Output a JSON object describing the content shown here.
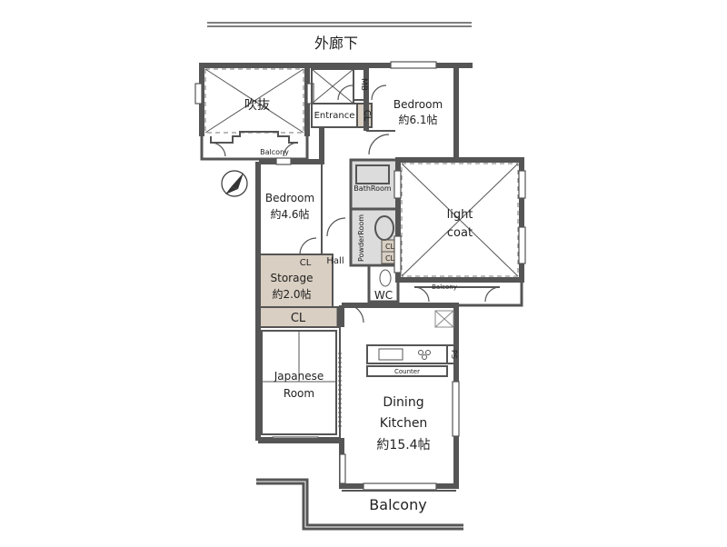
{
  "labels": {
    "corridor": "外廊下",
    "atrium": "吹抜",
    "balcony_small_top": "Balcony",
    "mb": "MB",
    "entrance": "Entrance",
    "cl_entrance": "CL",
    "bedroom1_name": "Bedroom",
    "bedroom1_size": "約6.1帖",
    "bedroom2_name": "Bedroom",
    "bedroom2_size": "約4.6帖",
    "bathroom": "BathRoom",
    "powder_room": "PowderRoom",
    "cl_powder1": "CL",
    "cl_powder2": "CL",
    "light_coat_1": "light",
    "light_coat_2": "coat",
    "cl_hall": "CL",
    "hall": "Hall",
    "storage_name": "Storage",
    "storage_size": "約2.0帖",
    "wc": "WC",
    "balcony_small_right": "Balcony",
    "cl_big": "CL",
    "japanese_1": "Japanese",
    "japanese_2": "Room",
    "ps": "PS",
    "counter": "Counter",
    "dk_1": "Dining",
    "dk_2": "Kitchen",
    "dk_3": "約15.4帖",
    "balcony_bottom": "Balcony"
  },
  "colors": {
    "wall": "#555555",
    "storage_fill": "#d9cfc2",
    "cl_fill": "#d9cfc2",
    "wet_area_fill": "#dcdcdc",
    "tatami_fill": "#ffffff"
  }
}
